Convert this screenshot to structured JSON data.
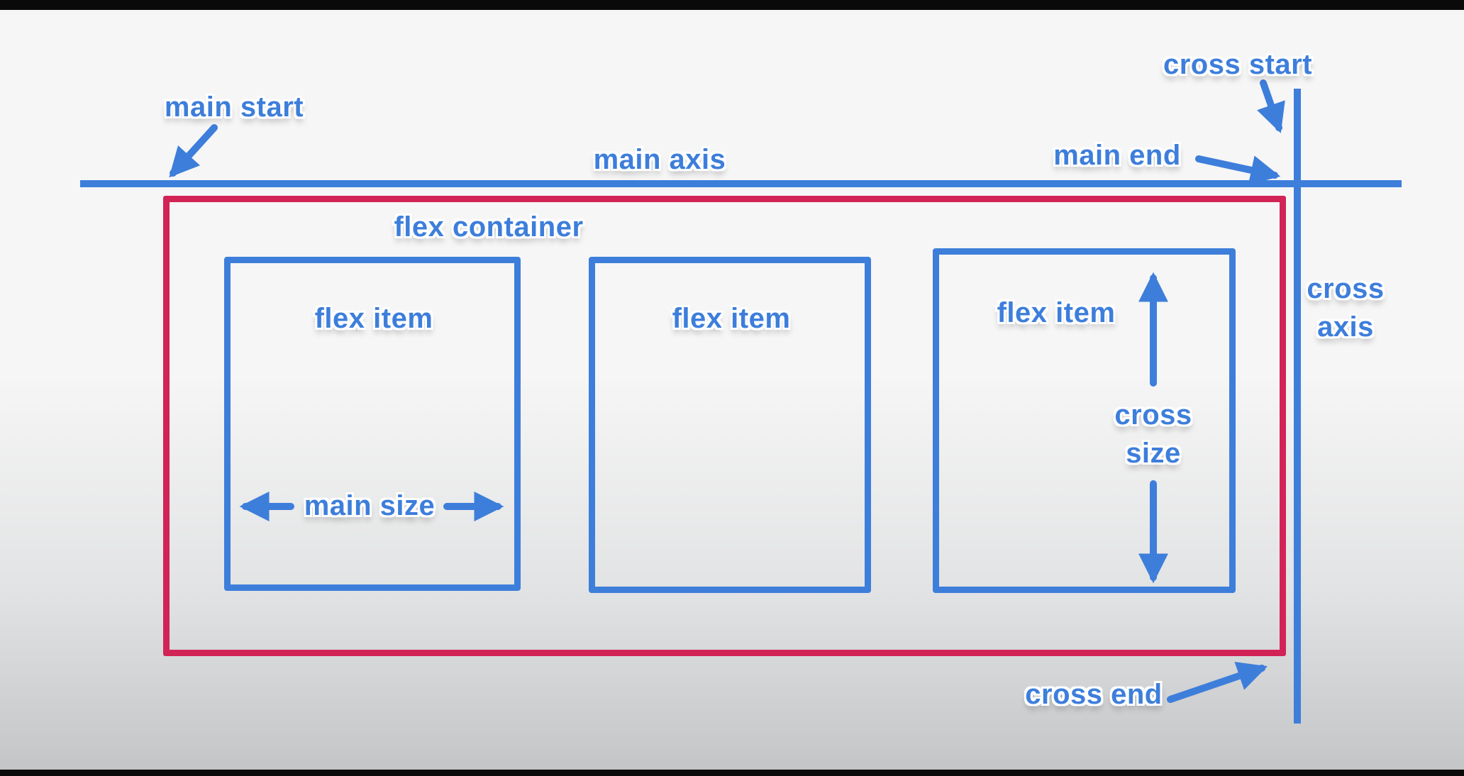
{
  "diagram": {
    "labels": {
      "main_start": "main start",
      "main_axis": "main axis",
      "main_end": "main end",
      "cross_start": "cross start",
      "cross_axis": "cross\naxis",
      "cross_end": "cross end",
      "flex_container": "flex container",
      "flex_item_1": "flex item",
      "flex_item_2": "flex item",
      "flex_item_3": "flex item",
      "main_size": "main size",
      "cross_size": "cross\nsize"
    },
    "colors": {
      "blue": "#3d7edb",
      "red": "#d22357",
      "label_outline": "#ffffff",
      "background_top": "#f6f6f6",
      "background_bottom": "#c2c4c6",
      "letterbox": "#0a0a0a"
    }
  }
}
